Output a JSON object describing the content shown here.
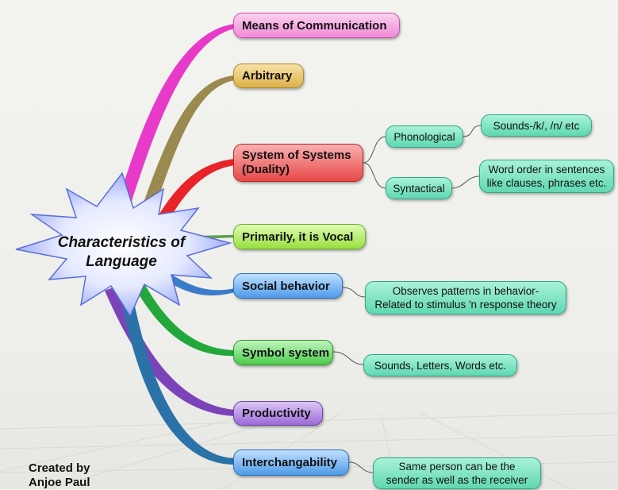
{
  "center": {
    "line1": "Characteristics of",
    "line2": "Language"
  },
  "branches": [
    {
      "label": "Means of Communication",
      "color": "#e83ac8"
    },
    {
      "label": "Arbitrary",
      "color": "#d8b24a"
    },
    {
      "label_line1": "System of Systems",
      "label_line2": "(Duality)",
      "color": "#e8232a"
    },
    {
      "label": "Primarily, it is Vocal",
      "color": "#86e52a"
    },
    {
      "label": "Social behavior",
      "color": "#3b8fe0"
    },
    {
      "label": "Symbol system",
      "color": "#3fbd3f"
    },
    {
      "label": "Productivity",
      "color": "#7e4fbf"
    },
    {
      "label": "Interchangability",
      "color": "#3b8fe0"
    }
  ],
  "sub_nodes": {
    "phonological": {
      "label": "Phonological",
      "detail": "Sounds-/k/, /n/ etc"
    },
    "syntactical": {
      "label": "Syntactical",
      "detail_line1": "Word order in sentences",
      "detail_line2": "like clauses, phrases etc."
    }
  },
  "details": {
    "social_line1": "Observes patterns in behavior-",
    "social_line2": "Related to stimulus 'n response theory",
    "symbol": "Sounds, Letters, Words etc.",
    "interchange_line1": "Same person can be the",
    "interchange_line2": "sender as well as the receiver"
  },
  "credit": {
    "line1": "Created by",
    "line2": "Anjoe Paul"
  }
}
